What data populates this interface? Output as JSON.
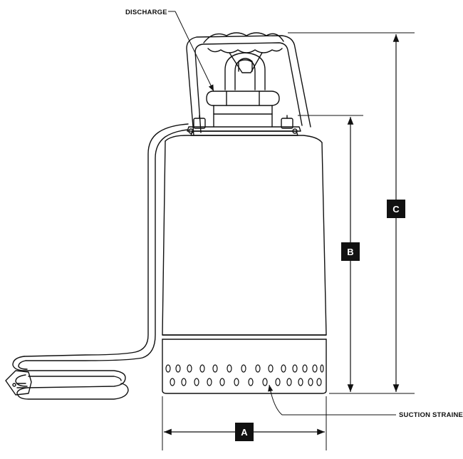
{
  "labels": {
    "discharge": "DISCHARGE",
    "suction_strainer": "SUCTION STRAINER"
  },
  "dimensions": {
    "a": "A",
    "b": "B",
    "c": "C"
  },
  "colors": {
    "line": "#111111",
    "badge": "#111111",
    "badge_text": "#ffffff",
    "background": "#ffffff"
  }
}
